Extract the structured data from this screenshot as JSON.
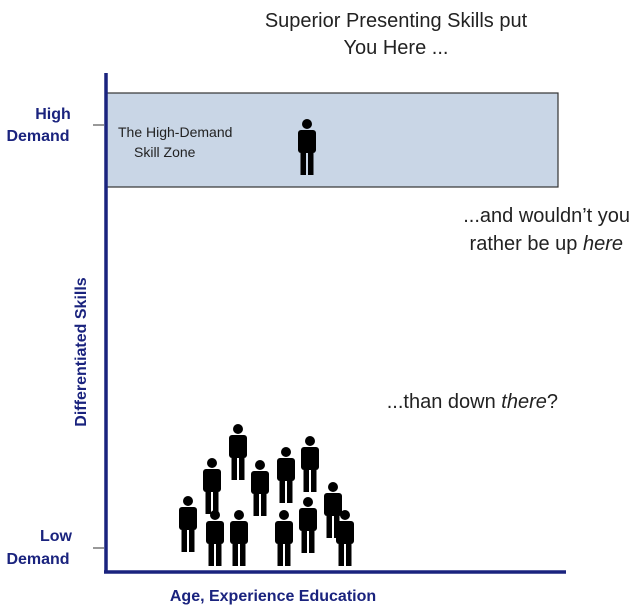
{
  "headline": {
    "line1": "Superior Presenting Skills put",
    "line2": "You Here ..."
  },
  "zone": {
    "label_line1": "The High-Demand",
    "label_line2": "Skill Zone",
    "fill_color": "#c9d6e6",
    "border_color": "#333333"
  },
  "callout_here": {
    "line1": "...and wouldn’t you",
    "line2_prefix": "rather be up ",
    "line2_emph": "here"
  },
  "callout_there": {
    "prefix": "...than down ",
    "emph": "there",
    "suffix": "?"
  },
  "axes": {
    "y_label": "Differentiated Skills",
    "x_label": "Age, Experience Education",
    "color": "#1a237e",
    "y_ticks": {
      "high_line1": "High",
      "high_line2": "Demand",
      "low_line1": "Low",
      "low_line2": "Demand"
    }
  },
  "icons": {
    "person": "person-icon"
  }
}
